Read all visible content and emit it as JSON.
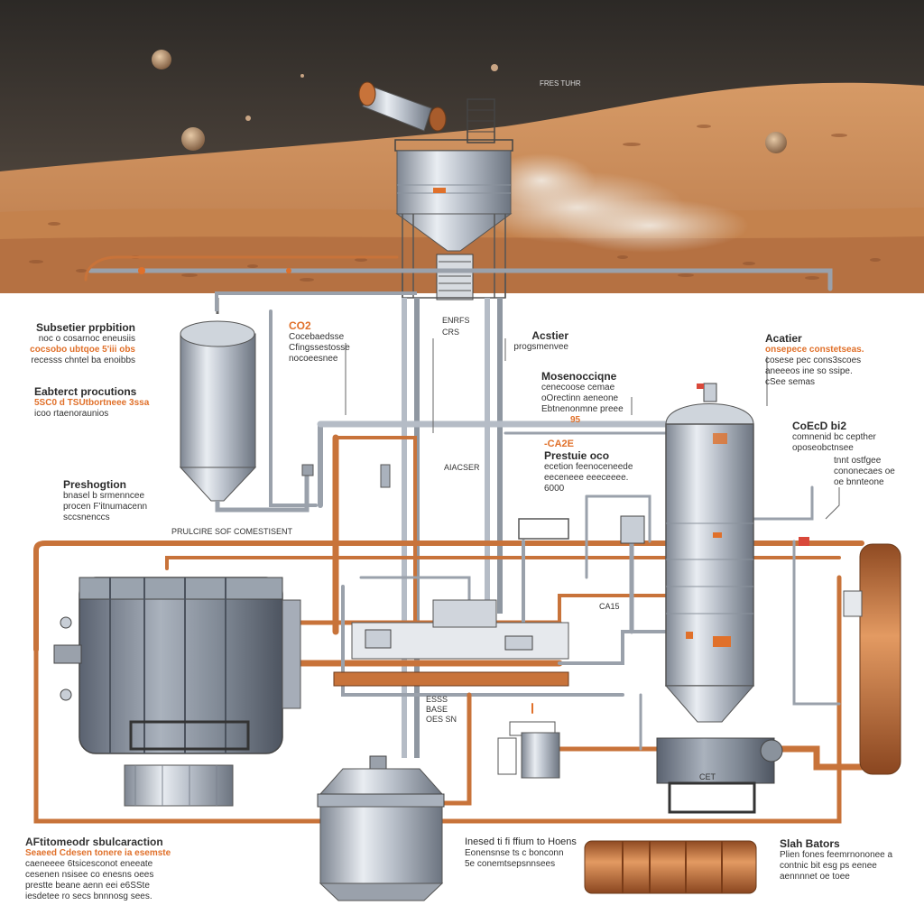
{
  "top_caption": "FRES TUHR",
  "labels": {
    "l1": {
      "title": "Subsetier prpbition",
      "lines": [
        "noc o cosarnoc eneusiis",
        "cocsobo ubtqoe 5'iii obs",
        "recesss chntel ba enoibbs"
      ]
    },
    "l2": {
      "title": "Eabterct procutions",
      "lines": [
        "5SC0 d TSUtbortneee 3ssa",
        "icoo rtaenoraunios"
      ]
    },
    "l3": {
      "title": "Preshogtion",
      "lines": [
        "bnasel b srmenncee",
        "procen F'itnumacenn",
        "sccsnenccs"
      ]
    },
    "l4": {
      "title": "AFtitomeodr sbulcaraction",
      "lines": [
        "Seaeed Cdesen tonere ia esemste",
        "caeneeee 6tsicesconot eneeate",
        "cesenen nsisee co enesns oees",
        "prestte beane aenn eei  e6SSte",
        "iesdetee ro secs bnnnosg sees."
      ]
    },
    "l5": {
      "title": "CO2",
      "lines": [
        "Cocebaedsse",
        "Cfingssestosse",
        "nocoeesnee"
      ]
    },
    "l6": {
      "title": "Acstier",
      "lines": [
        "progsmenvee"
      ]
    },
    "l7": {
      "title": "Mosenocciqne",
      "lines": [
        "cenecoose cemae",
        "oOrectinn aeneone",
        "Ebtnenonmne preee"
      ],
      "value": "95"
    },
    "l8": {
      "title": "Acatier",
      "lines": [
        "onsepece constetseas.",
        "cosese pec cons3scoes",
        "aneeeos ine so ssipe.",
        "cSee semas"
      ]
    },
    "l9": {
      "title": "CoEcD bi2",
      "lines": [
        "comnenid bc cepther",
        "oposeobctnsee"
      ]
    },
    "l10": {
      "title": "-CA2E",
      "lines": [
        "Prestuie oco",
        "ecetion feenoceneede",
        "eeceneee eeeceeee.",
        "6000"
      ]
    },
    "l11": {
      "title": "",
      "lines": [
        "tnnt ostfgee",
        "cononecaes oe",
        "oe bnnteone"
      ]
    },
    "l12": {
      "title": "Inesed ti fi ffium to Hoens",
      "lines": [
        "Eonensnse ts c bonconn",
        "5e conemtsepsnnsees"
      ]
    },
    "l13": {
      "title": "Slah Bators",
      "lines": [
        "Plien fones feemrnononee a",
        "contnic bit esg ps eenee",
        "aennnnet oe toee"
      ]
    }
  },
  "small_labels": {
    "s1": "PRULCIRE SOF COMESTISENT",
    "s2": "CRS",
    "s3": "ENRFS",
    "s4": "AIACSER",
    "s5": "CA15",
    "s6": "ESSS",
    "s7": "BASE",
    "s8": "OES SN",
    "s9": "CET"
  },
  "colors": {
    "sky_top": "#2f2b28",
    "sky_mid": "#6b5a4c",
    "sand": "#c98a55",
    "sand_dark": "#a96b3e",
    "steel": "#b5bcc6",
    "steel_dark": "#6f7783",
    "copper": "#c8733a",
    "accent_orange": "#e0702a"
  }
}
